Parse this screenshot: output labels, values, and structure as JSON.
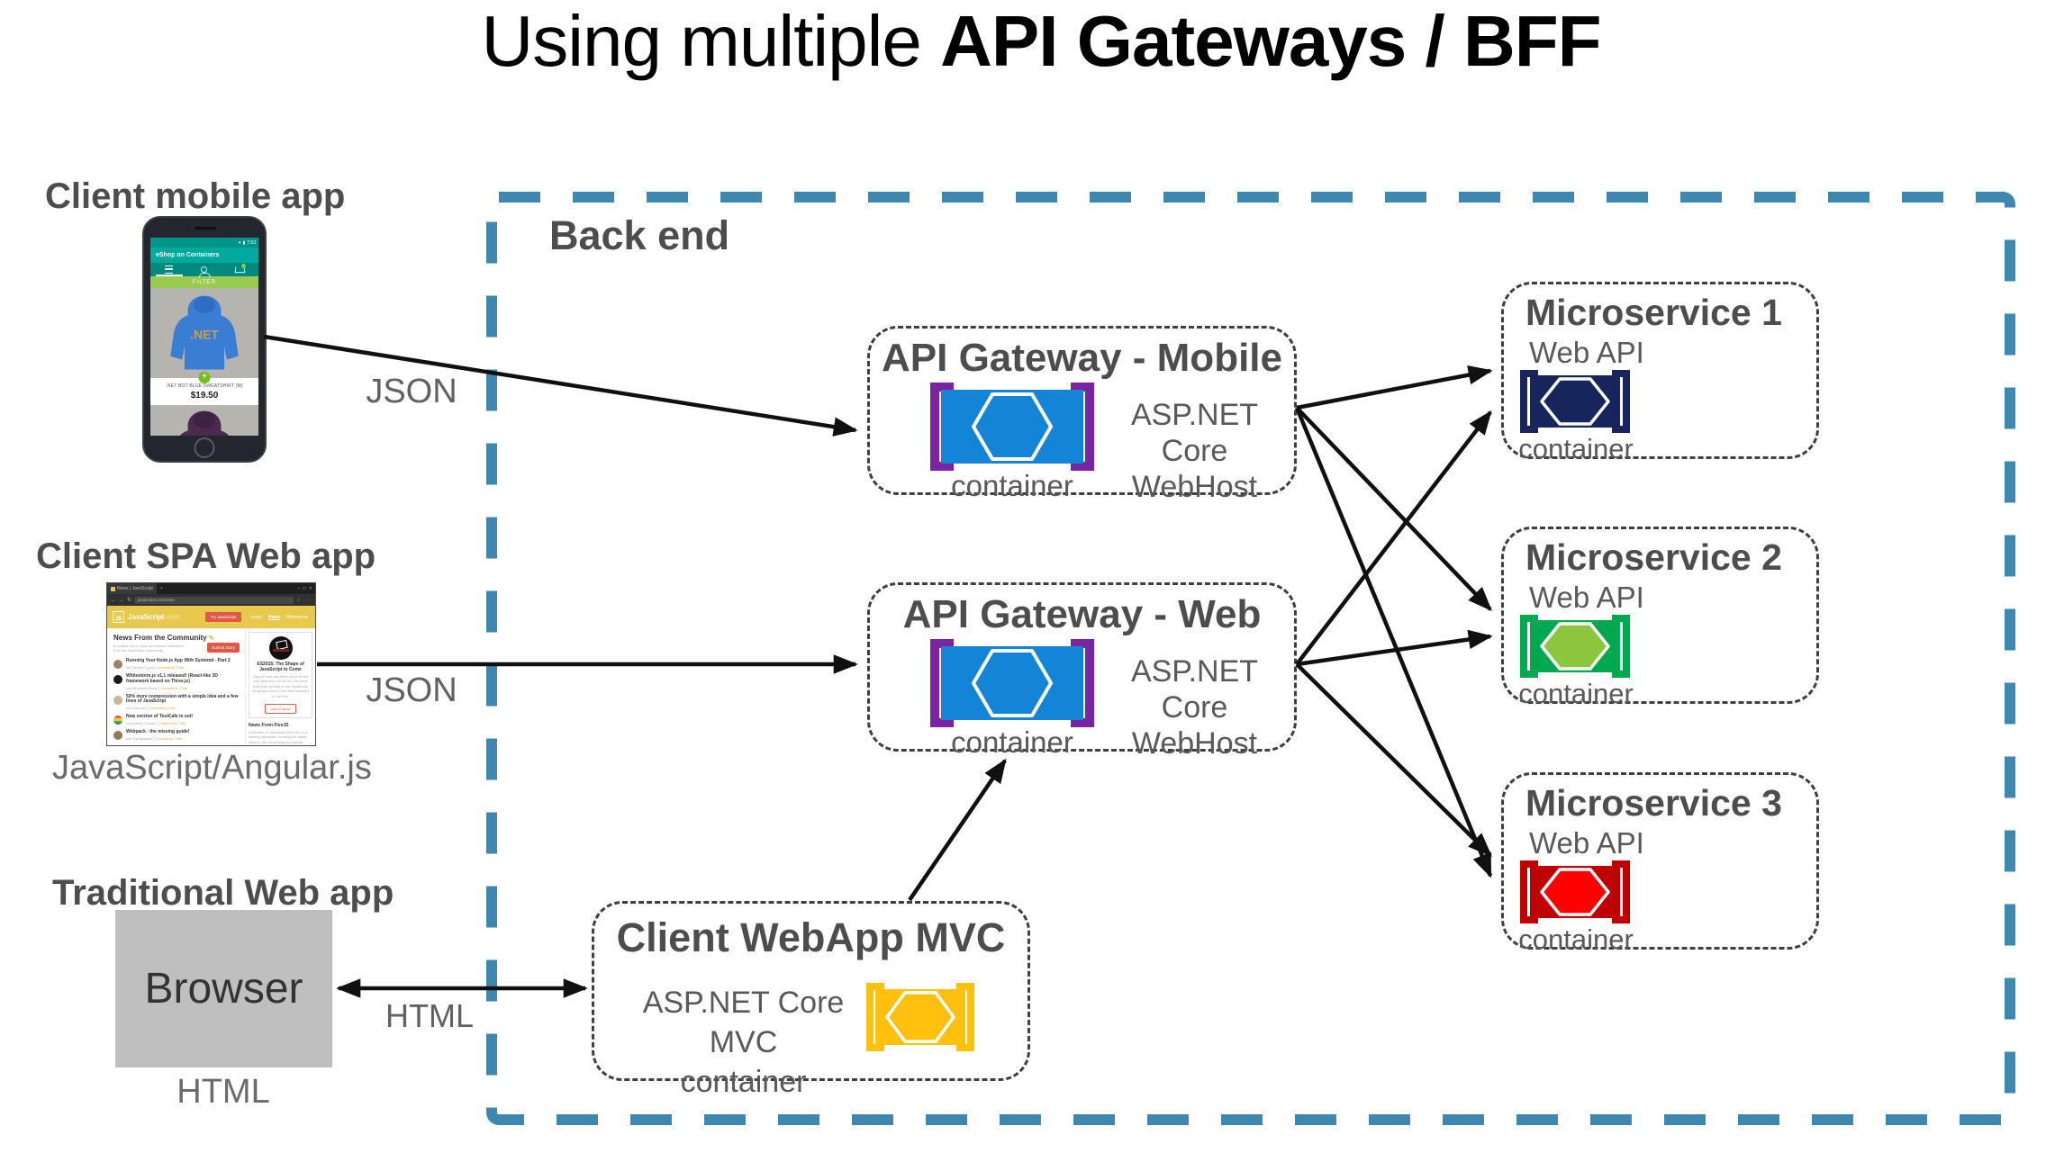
{
  "title": {
    "prefix": "Using multiple ",
    "bold": "API Gateways / BFF"
  },
  "backend": {
    "label": "Back end",
    "border_color": "#3E87B0"
  },
  "labels": {
    "json_mobile": "JSON",
    "json_web": "JSON",
    "html_arrow": "HTML",
    "html_caption": "HTML"
  },
  "clients": {
    "mobile": {
      "heading": "Client mobile app",
      "phone": {
        "status_time": "7:53",
        "app_title": "eShop on Containers",
        "filter_label": "FILTER",
        "product_logo": ".NET",
        "product_name": ".NET BOT BLUE SWEATSHIRT (M)",
        "product_price": "$19.50",
        "plus_label": "+"
      }
    },
    "spa": {
      "heading": "Client SPA Web app",
      "caption": "JavaScript/Angular.js",
      "browser": {
        "tab_title": "News | JavaScript",
        "new_tab": "+",
        "window_controls": "–  □  ×",
        "nav_back": "←",
        "nav_forward": "→",
        "nav_refresh": "↻",
        "url": "javascript.com/news",
        "chrome_icons": "☆  ⋯",
        "logo_text": "JS",
        "site_name": "JavaScript",
        "site_tld": ".com",
        "try_button": "Try JavaScript",
        "nav": [
          "Learn",
          "News",
          "Resources"
        ],
        "news_heading": "News From the Community",
        "pen_icon": "✎",
        "news_sub": "A curated list of news and stories submitted from the JavaScript community.",
        "submit_button": "Submit Story",
        "items": [
          {
            "title": "Running Your Node.js App With Systemd - Part 2",
            "via": "via Tierney Cyren  |",
            "links": "Comments  |  Site"
          },
          {
            "title": "Whitestorm.js v1.1 released! (React-like 3D framework based on Three.js)",
            "via": "via Alexander Buzin  |",
            "links": "Comments  |  Site"
          },
          {
            "title": "50% more compression with a simple idea and a few lines of JavaScript",
            "via": "via arhuman  |",
            "links": "Comments  |  Site"
          },
          {
            "title": "New version of TestCafe is out!",
            "via": "via Andrey Churkin  |",
            "links": "Comments  |  Site"
          },
          {
            "title": "Webpack - the missing guide!",
            "via": "via Guy Mograbi  |",
            "links": "Comments  |  Site"
          }
        ],
        "sidebar": {
          "card_title": "ES2015: The Shape of JavaScript to Come",
          "card_body": "Stay in tune and learn some of the new features of ES2015, the most extensive update to the JavaScript language since it was first released in the 90s.",
          "card_button": "View Course",
          "fivejs_heading": "News From FiveJS",
          "fivejs_body": "5 Minutes of JavaScript (FiveJS) is a weekly newsletter curating the latest news in the JavaScript community."
        }
      }
    },
    "traditional": {
      "heading": "Traditional Web app",
      "box_label": "Browser",
      "caption": "HTML"
    }
  },
  "gateways": [
    {
      "title": "API Gateway - Mobile",
      "tech1": "ASP.NET Core",
      "tech2": "WebHost",
      "container_label": "container",
      "container_color": "#1484D7",
      "bracket_color": "#7B24A3"
    },
    {
      "title": "API Gateway - Web",
      "tech1": "ASP.NET Core",
      "tech2": "WebHost",
      "container_label": "container",
      "container_color": "#1484D7",
      "bracket_color": "#7B24A3"
    }
  ],
  "mvc": {
    "title": "Client WebApp MVC",
    "tech1": "ASP.NET Core MVC",
    "tech2": "container",
    "container_color": "#FFC10D"
  },
  "microservices": [
    {
      "title": "Microservice 1",
      "subtitle": "Web API",
      "container_label": "container",
      "color": "#16255C",
      "hex_fill": "#16255C"
    },
    {
      "title": "Microservice 2",
      "subtitle": "Web API",
      "container_label": "container",
      "color": "#00A94F",
      "hex_fill": "#8CC63F"
    },
    {
      "title": "Microservice 3",
      "subtitle": "Web API",
      "container_label": "container",
      "color": "#C00000",
      "hex_fill": "#FF0000"
    }
  ]
}
